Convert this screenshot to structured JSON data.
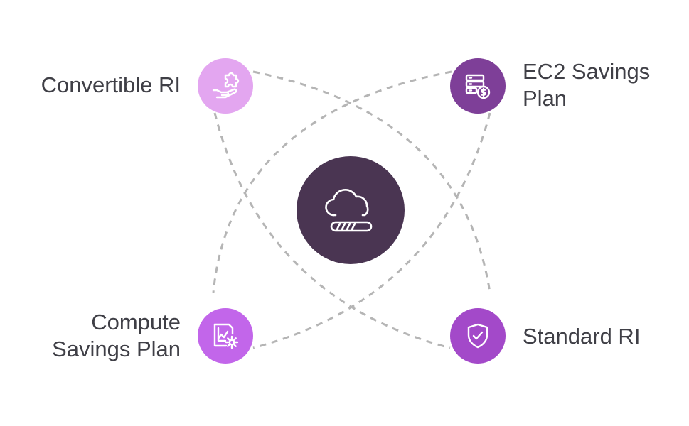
{
  "nodes": {
    "convertible_ri": {
      "label_lines": [
        "Convertible RI"
      ],
      "color": "#e3a6f0",
      "icon": "puzzle-hand-icon"
    },
    "ec2_savings_plan": {
      "label_lines": [
        "EC2 Savings",
        "Plan"
      ],
      "color": "#7e3f98",
      "icon": "server-dollar-icon"
    },
    "compute_savings_plan": {
      "label_lines": [
        "Compute",
        "Savings Plan"
      ],
      "color": "#c266ea",
      "icon": "chart-gear-icon"
    },
    "standard_ri": {
      "label_lines": [
        "Standard RI"
      ],
      "color": "#a349c9",
      "icon": "shield-check-icon"
    },
    "center": {
      "color": "#4a3552",
      "icon": "cloud-progress-icon"
    }
  }
}
